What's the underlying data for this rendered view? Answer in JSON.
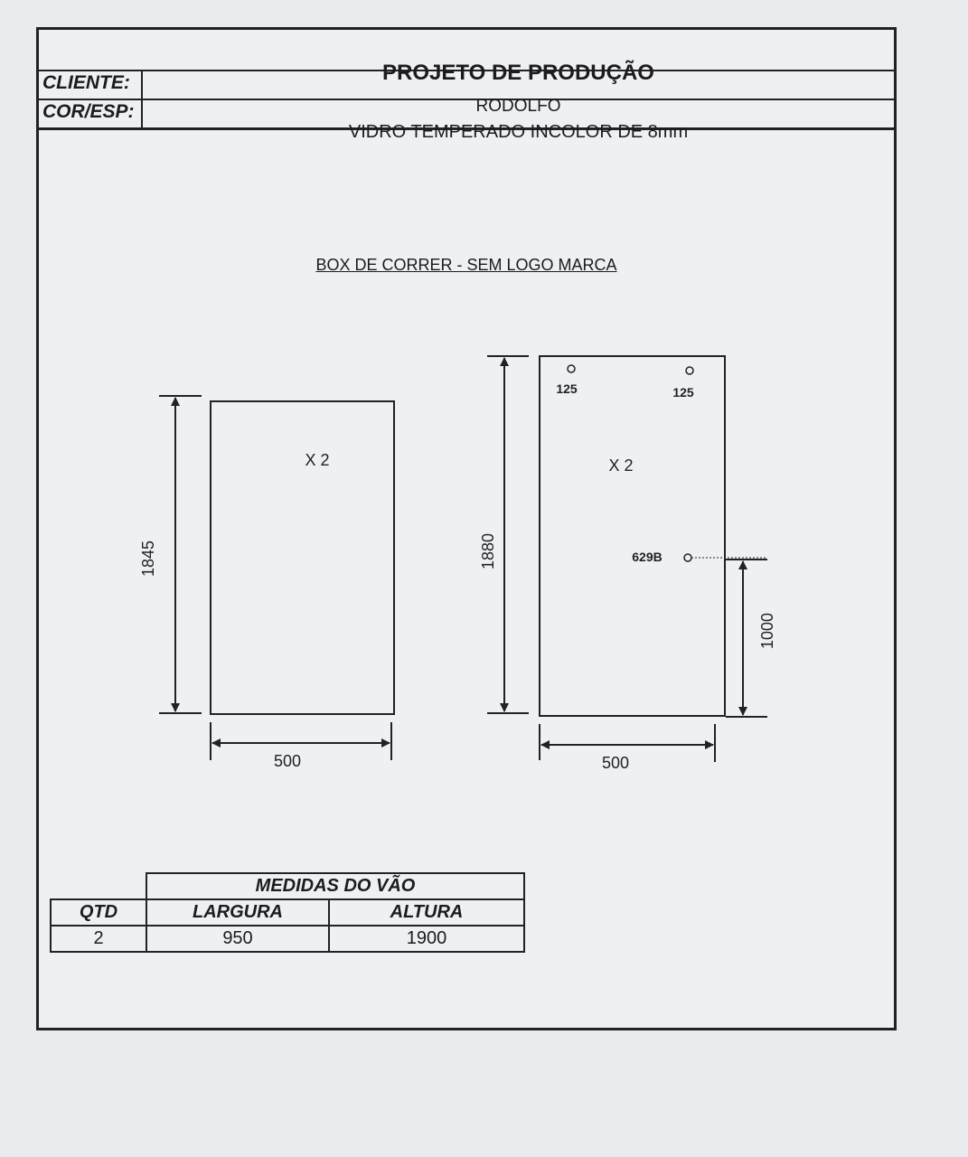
{
  "header": {
    "title": "PROJETO DE PRODUÇÃO",
    "client_label": "CLIENTE:",
    "client_value": "RODOLFO",
    "spec_label": "COR/ESP:",
    "spec_value": "VIDRO TEMPERADO INCOLOR DE 8mm"
  },
  "drawing": {
    "title": "BOX DE CORRER - SEM LOGO MARCA",
    "panel_left": {
      "qty_label": "X 2",
      "height": "1845",
      "width": "500"
    },
    "panel_right": {
      "qty_label": "X 2",
      "height": "1880",
      "width": "500",
      "hole_left": "125",
      "hole_right": "125",
      "handle_code": "629B",
      "handle_height": "1000"
    }
  },
  "vao": {
    "title": "MEDIDAS DO VÃO",
    "headers": {
      "qtd": "QTD",
      "largura": "LARGURA",
      "altura": "ALTURA"
    },
    "row": {
      "qtd": "2",
      "largura": "950",
      "altura": "1900"
    }
  },
  "colors": {
    "ink": "#222222",
    "paper": "#eef0f3"
  }
}
